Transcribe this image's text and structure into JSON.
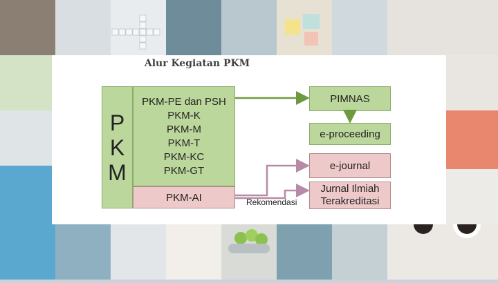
{
  "slide": {
    "title": "Alur Kegiatan PKM",
    "pkm_letters": [
      "P",
      "K",
      "M"
    ],
    "programs": [
      "PKM-PE dan PSH",
      "PKM-K",
      "PKM-M",
      "PKM-T",
      "PKM-KC",
      "PKM-GT"
    ],
    "ai_label": "PKM-AI",
    "outputs": {
      "pimnas": "PIMNAS",
      "e_proceeding": "e-proceeding",
      "e_journal": "e-journal",
      "jurnal_line1": "Jurnal Ilmiah",
      "jurnal_line2": "Terakreditasi"
    },
    "rekomendasi": "Rekomendasi"
  },
  "colors": {
    "green_fill": "#bcd79c",
    "pink_fill": "#eec9c9",
    "green_arrow": "#6e9a3f",
    "pink_arrow": "#b78aa8"
  }
}
